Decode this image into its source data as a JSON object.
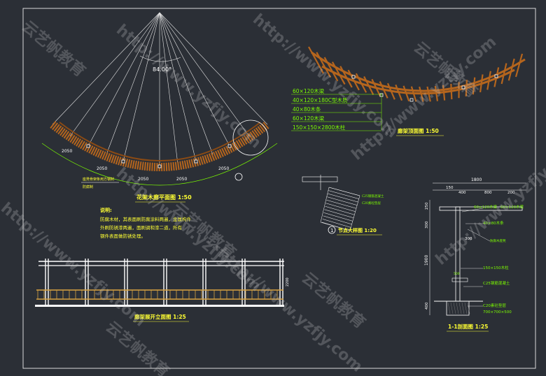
{
  "colors": {
    "background": "#2b2f36",
    "frame": "#d9d9d9",
    "line": "#e6e6e6",
    "timber": "#b5651d",
    "timber_dark": "#8a4a14",
    "dimension": "#ffffff",
    "callout": "#7CFC00",
    "title": "#ffff33",
    "note_text": "#ffff33",
    "watermark": "rgba(200,200,200,0.28)"
  },
  "plan": {
    "title": "花架木廊平面图 1:50",
    "angle": "84.00°",
    "dims": [
      "2050",
      "2050",
      "2050",
      "2050",
      "2050"
    ],
    "labels": [
      "座凳骨架条用方钢制",
      "防腐制"
    ]
  },
  "roof": {
    "title": "廊架顶面图 1:50",
    "specs": [
      "60×120木梁",
      "40×120×180C型木质",
      "40×80木条",
      "60×120木梁",
      "150×150×2800木柱"
    ]
  },
  "node": {
    "number": "1",
    "title": "节点大样图 1:20",
    "specs": [
      "C25钢筋混凝土",
      "C20素砼垫层"
    ]
  },
  "notes": {
    "heading": "说明:",
    "lines": [
      "防腐木材，其表面刷防腐涂料两遍，金属构件",
      "外刷防锈漆两遍，面刷调和漆二道，所有",
      "钢件表面做防锈处理。"
    ]
  },
  "elevation": {
    "title": "廊架展开立面图 1:25",
    "dim": "2200"
  },
  "section": {
    "title": "1-1剖面图 1:25",
    "top_dims": [
      "1800",
      "150",
      "400",
      "800",
      "200"
    ],
    "side_dims": [
      "250",
      "300",
      "1900",
      "400"
    ],
    "inner_dims": [
      "300",
      "500"
    ],
    "specs": [
      "60×120木梁",
      "60×120木梁",
      "40×80木条",
      "防腐木座凳",
      "150×150木柱",
      "C25钢筋混凝土",
      "C20素砼垫层",
      "700×700×500"
    ]
  },
  "watermarks": [
    "云艺帆教育",
    "http://www.yzfjy.com"
  ]
}
